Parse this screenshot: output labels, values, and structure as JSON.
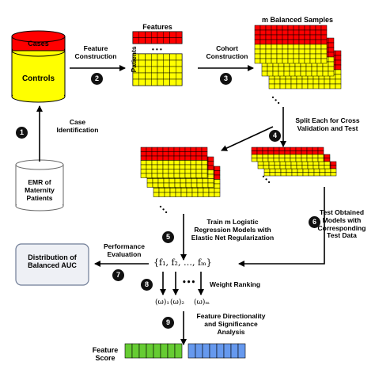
{
  "nodes": {
    "cases": "Cases",
    "controls": "Controls",
    "features": "Features",
    "patients": "Patients",
    "balanced_samples": "m Balanced Samples",
    "emr": "EMR of Maternity Patients",
    "distribution": "Distribution of Balanced AUC",
    "feature_score": "Feature Score",
    "ellipsis": "• • •"
  },
  "edges": {
    "case_identification": "Case Identification",
    "feature_construction": "Feature Construction",
    "cohort_construction": "Cohort Construction",
    "split": "Split Each for Cross Validation and Test",
    "train": "Train m Logistic Regression Models with Elastic Net Regularization",
    "test": "Test Obtained Models with Corresponding Test Data",
    "performance": "Performance Evaluation",
    "weight_ranking": "Weight Ranking",
    "directionality": "Feature Directionality and Significance Analysis"
  },
  "steps": [
    "1",
    "2",
    "3",
    "4",
    "5",
    "6",
    "7",
    "8",
    "9"
  ],
  "math": {
    "models": "{f₁, f₂, …, fₘ}",
    "w1": "(ω)₁",
    "w2": "(ω)₂",
    "wm": "(ω)ₘ",
    "dots": "•••"
  },
  "colors": {
    "red": "#ff0000",
    "yellow": "#ffff00",
    "green": "#66cc33",
    "blue": "#6699ee",
    "gray_fill": "#eef0f5"
  }
}
